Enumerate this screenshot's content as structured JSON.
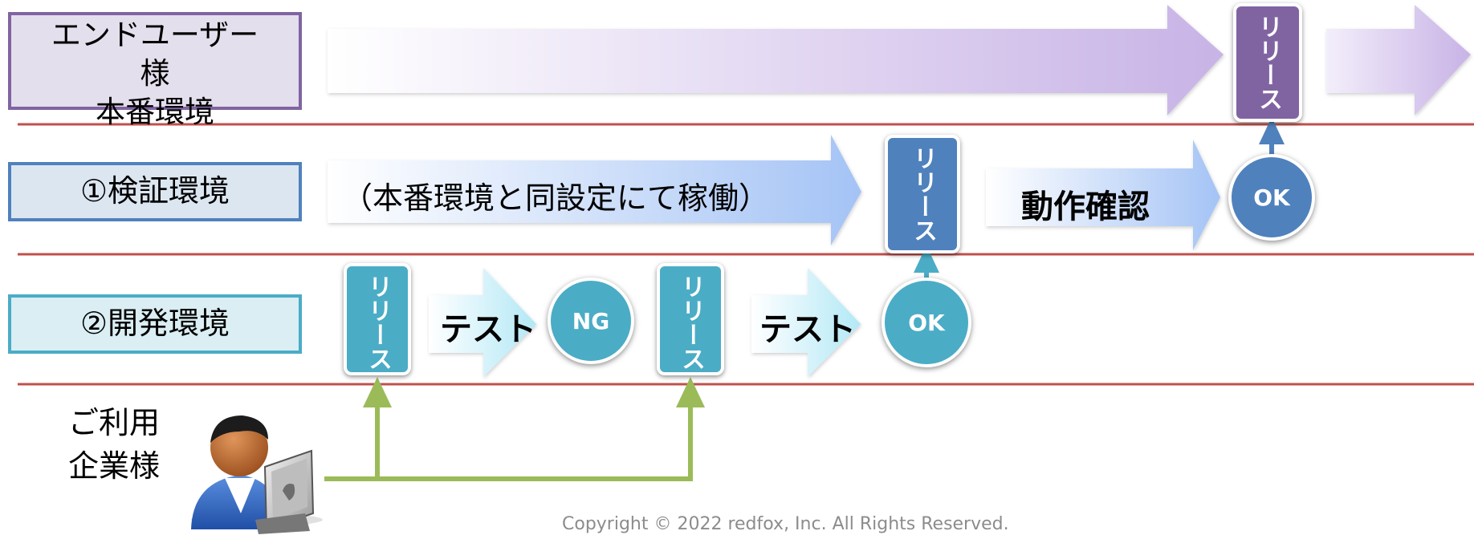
{
  "environments": {
    "end_user_lines": [
      "エンドユーザー",
      "様",
      "本番環境"
    ],
    "verify": "①検証環境",
    "dev": "②開発環境"
  },
  "arrows": {
    "verify_running": "（本番環境と同設定にて稼働）",
    "operation_check": "動作確認",
    "test": "テスト"
  },
  "release_label": "リリース",
  "badges": {
    "ok": "OK",
    "ng": "NG"
  },
  "company_lines": [
    "ご利用",
    "企業様"
  ],
  "copyright": "Copyright © 2022 redfox, Inc. All Rights Reserved.",
  "colors": {
    "purple": "#8064a2",
    "blue": "#4f81bd",
    "teal": "#4bacc6",
    "green_connector": "#9bbb59",
    "lane_divider": "#c0504d"
  },
  "icons": [
    "user-at-computer-icon"
  ]
}
